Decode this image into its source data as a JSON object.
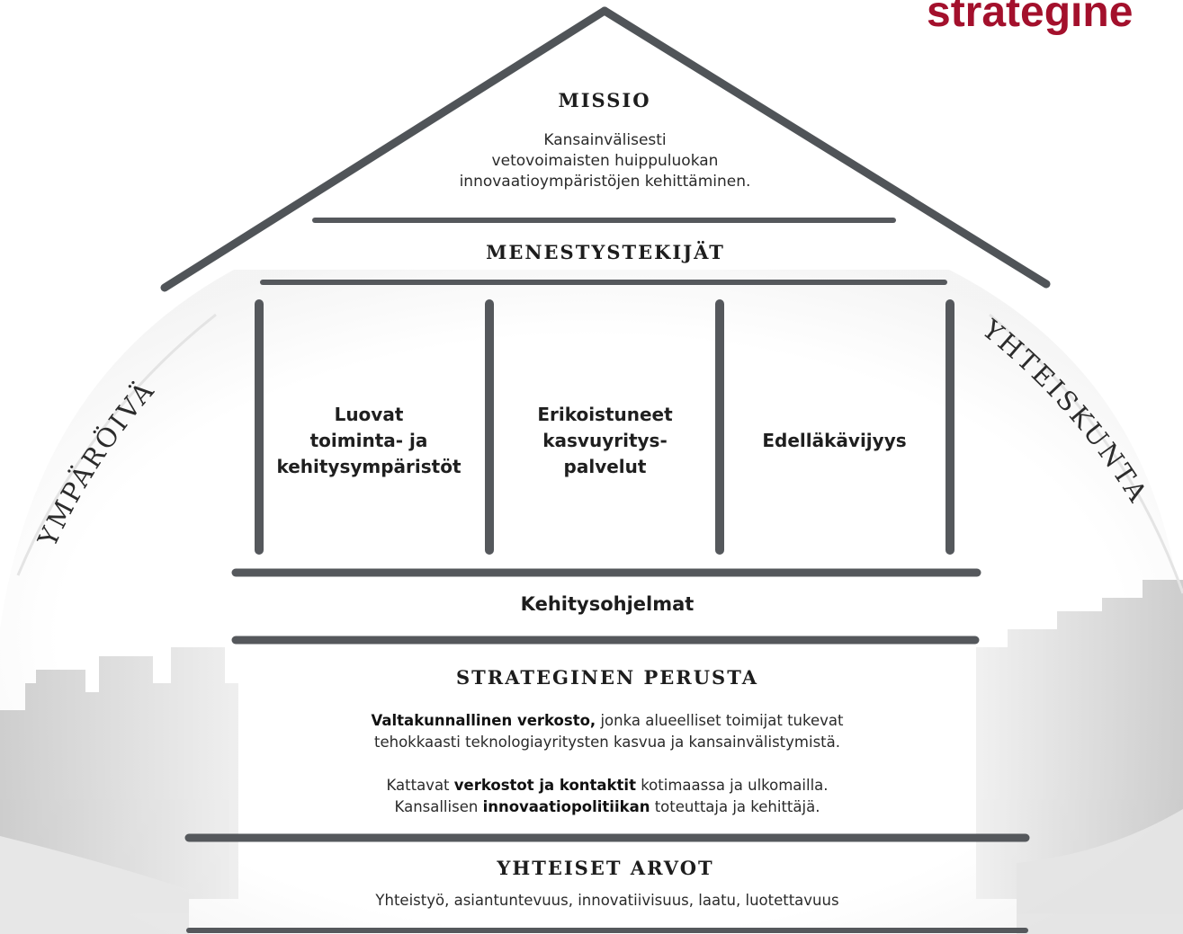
{
  "corner_title": "strategine",
  "missio": {
    "title": "MISSIO",
    "lines": [
      "Kansainvälisesti",
      "vetovoimaisten huippuluokan",
      "innovaatioympäristöjen kehittäminen."
    ]
  },
  "menestystekijat": {
    "title": "MENESTYSTEKIJÄT",
    "pillars": [
      {
        "lines": [
          "Luovat",
          "toiminta- ja",
          "kehitysympäristöt"
        ]
      },
      {
        "lines": [
          "Erikoistuneet",
          "kasvuyritys-",
          "palvelut"
        ]
      },
      {
        "lines": [
          "Edelläkävijyys"
        ]
      }
    ]
  },
  "kehitysohjelmat": "Kehitysohjelmat",
  "strateginen_perusta": {
    "title": "STRATEGINEN PERUSTA",
    "p1": {
      "bold": "Valtakunnallinen verkosto,",
      "rest_line1": " jonka alueelliset toimijat tukevat",
      "line2": "tehokkaasti teknologiayritysten kasvua ja kansainvälistymistä."
    },
    "p2": {
      "pre1": "Kattavat ",
      "bold1": "verkostot ja kontaktit",
      "post1": " kotimaassa ja ulkomailla.",
      "pre2": "Kansallisen ",
      "bold2": "innovaatiopolitiikan",
      "post2": " toteuttaja ja kehittäjä."
    }
  },
  "yhteiset_arvot": {
    "title": "YHTEISET ARVOT",
    "text": "Yhteistyö, asiantuntevuus, innovatiivisuus, laatu, luotettavuus"
  },
  "arc_left": "YMPÄRÖIVÄ",
  "arc_right": "YHTEISKUNTA",
  "colors": {
    "accent": "#a3102c",
    "bar": "#55585c",
    "text": "#1d1d1d",
    "skyline": "#d9d9d9"
  }
}
